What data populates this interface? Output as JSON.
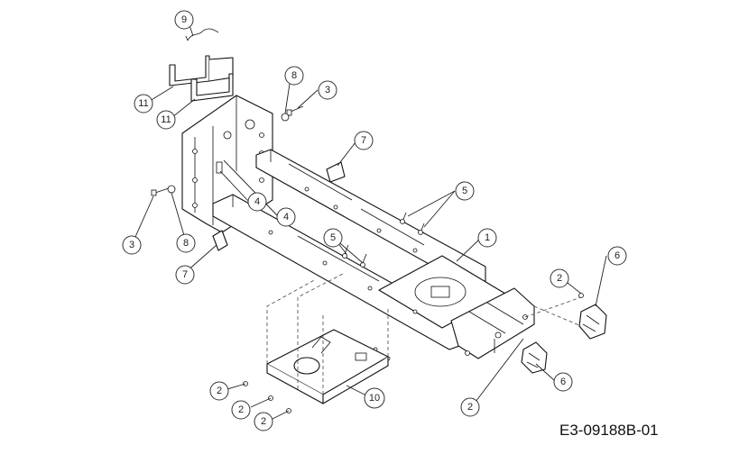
{
  "diagram": {
    "callouts": [
      "9",
      "11",
      "11",
      "8",
      "3",
      "7",
      "5",
      "4",
      "4",
      "1",
      "3",
      "8",
      "7",
      "5",
      "6",
      "2",
      "6",
      "2",
      "2",
      "2",
      "2",
      "10"
    ]
  },
  "document_code": "E3-09188B-01"
}
